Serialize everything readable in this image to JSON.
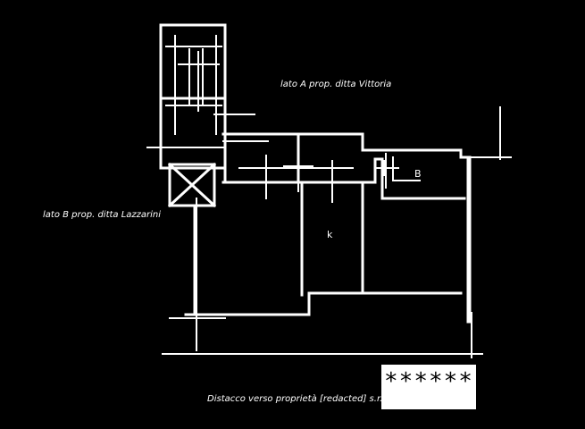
{
  "notes": {
    "top_right": "lato A prop. ditta Vittoria",
    "left": "lato B prop. ditta Lazzarini",
    "bottom": "Distacco verso proprietà [redacted] s.r.l.",
    "room_k": "k",
    "room_b": "B"
  },
  "redaction": {
    "mask": "******"
  },
  "colors": {
    "background": "#000000",
    "lines": "#ffffff"
  }
}
